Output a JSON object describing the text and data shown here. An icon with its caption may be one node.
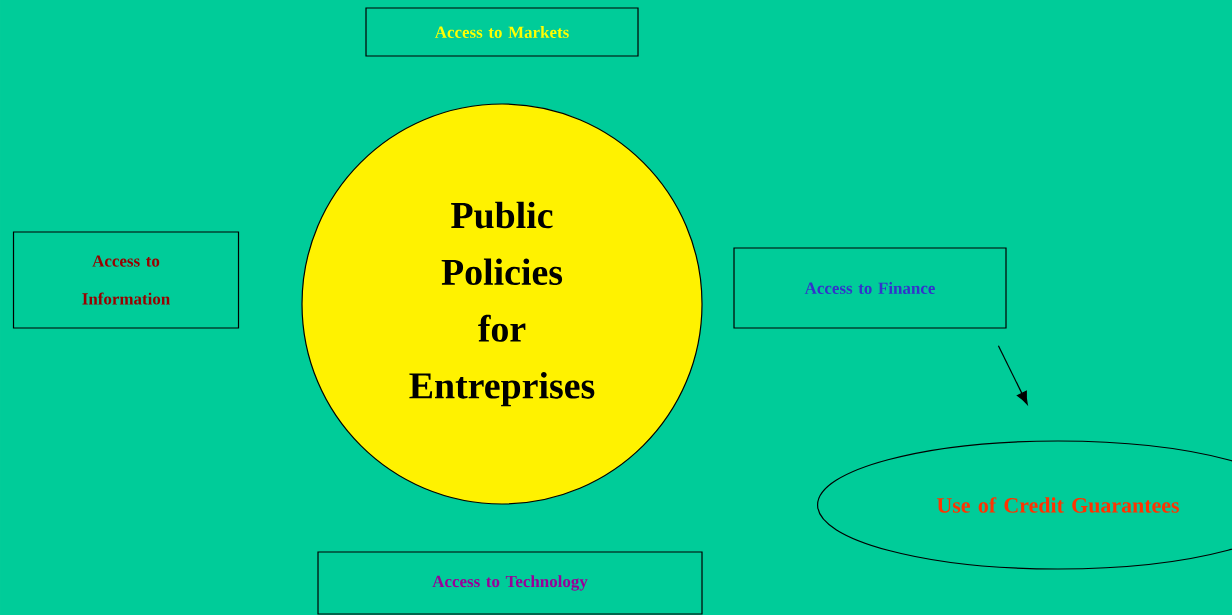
{
  "diagram": {
    "nodes": [
      {
        "text": [
          "Access to Markets"
        ]
      },
      {
        "text": [
          "Access to Information"
        ]
      },
      {
        "text": [
          "Public Policies for Entreprises"
        ]
      },
      {
        "text": [
          "Access to Finance"
        ]
      },
      {
        "text": [
          "Use of Credit Guarantees"
        ]
      },
      {
        "text": [
          "Access to Technology"
        ]
      }
    ],
    "edges": [
      {
        "from": 3,
        "to": 4,
        "arrow": "to"
      }
    ]
  }
}
